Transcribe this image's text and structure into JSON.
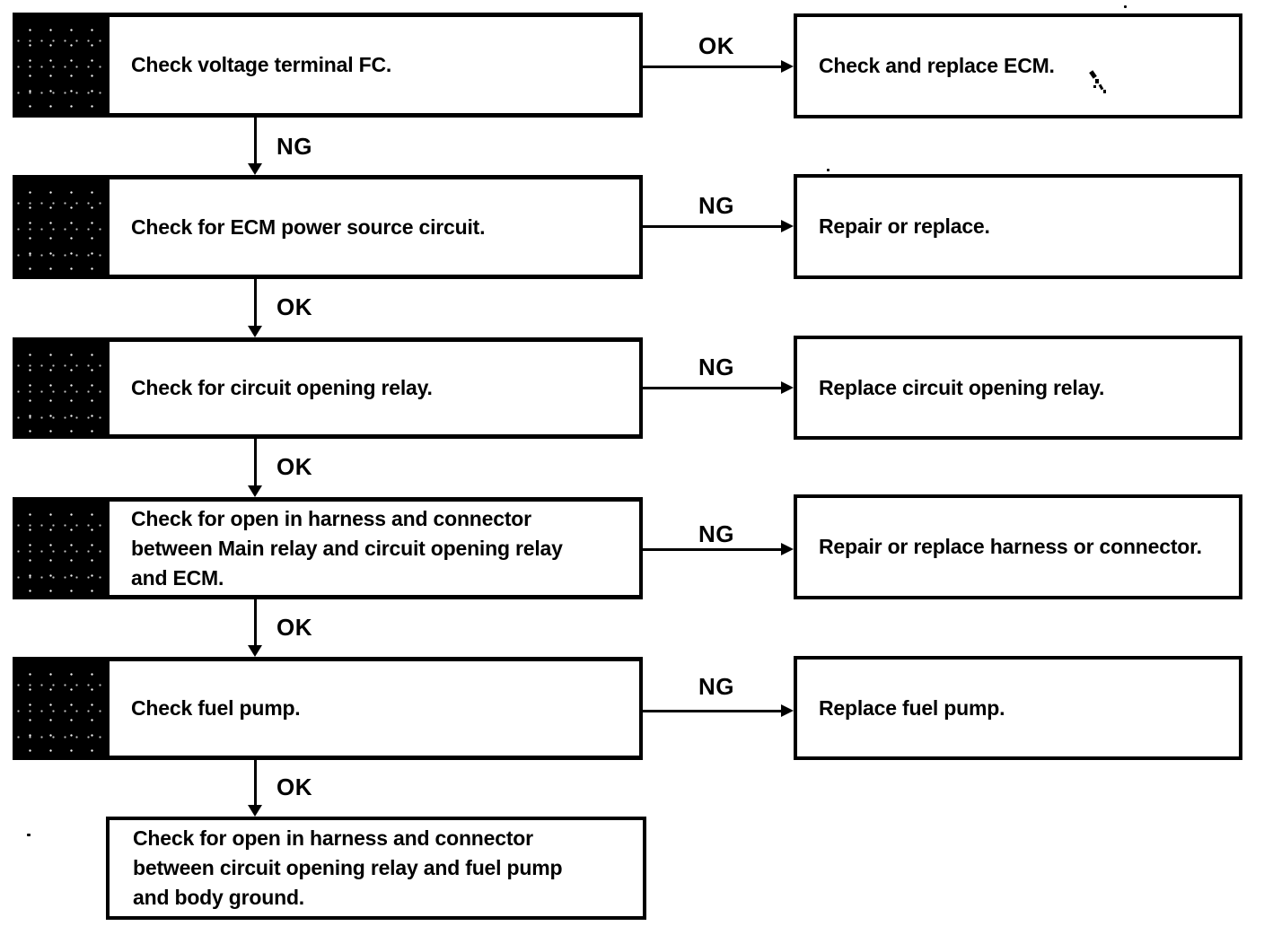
{
  "page": {
    "background": "#ffffff",
    "ink": "#000000"
  },
  "flowchart": {
    "type": "troubleshooting-flowchart",
    "steps": [
      {
        "check_lines": [
          "Check voltage terminal FC."
        ],
        "result_to_action": "OK",
        "action_lines": [
          "Check and replace ECM."
        ],
        "result_to_next": "NG"
      },
      {
        "check_lines": [
          "Check for ECM power source circuit."
        ],
        "result_to_action": "NG",
        "action_lines": [
          "Repair or replace."
        ],
        "result_to_next": "OK"
      },
      {
        "check_lines": [
          "Check for circuit opening relay."
        ],
        "result_to_action": "NG",
        "action_lines": [
          "Replace circuit opening relay."
        ],
        "result_to_next": "OK"
      },
      {
        "check_lines": [
          "Check for open in harness and connector",
          "between Main relay and circuit opening relay",
          "and ECM."
        ],
        "result_to_action": "NG",
        "action_lines": [
          "Repair or replace harness or connector."
        ],
        "result_to_next": "OK"
      },
      {
        "check_lines": [
          "Check fuel pump."
        ],
        "result_to_action": "NG",
        "action_lines": [
          "Replace fuel pump."
        ],
        "result_to_next": "OK"
      },
      {
        "check_lines": [
          "Check for open in harness and connector",
          "between circuit opening relay and fuel pump",
          "and body ground."
        ]
      }
    ]
  }
}
